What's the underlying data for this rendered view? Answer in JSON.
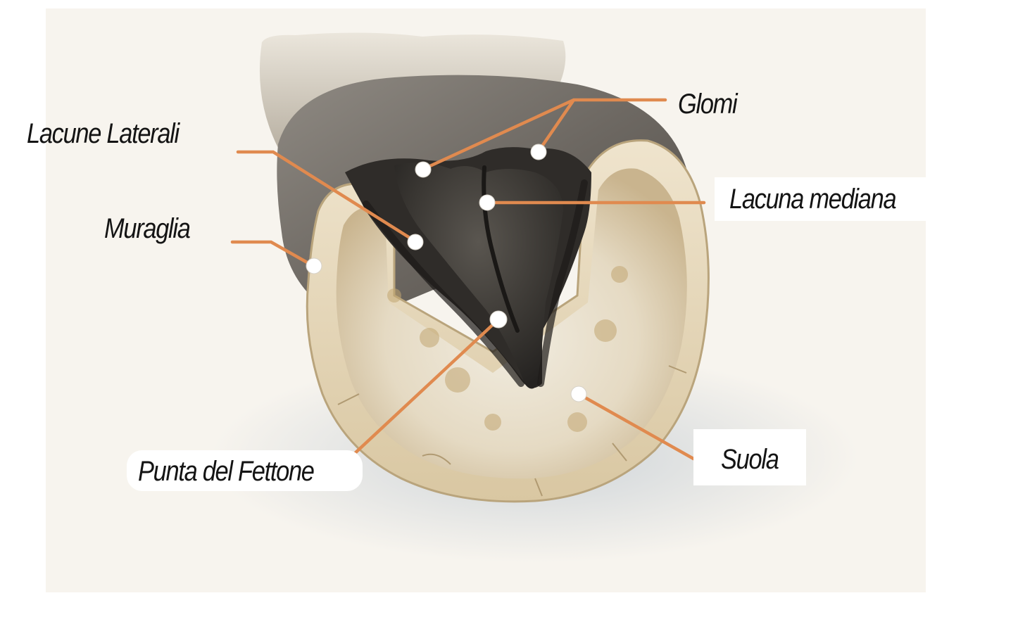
{
  "labels": {
    "glomi": "Glomi",
    "lacune_laterali": "Lacune Laterali",
    "lacuna_mediana": "Lacuna mediana",
    "muraglia": "Muraglia",
    "punta_del_fettone": "Punta del Fettone",
    "suola": "Suola"
  },
  "colors": {
    "leader_line": "#e08a4f",
    "marker": "#ffffff",
    "label_text": "#141414",
    "background": "#f7f4ee",
    "hoof_wall": "#e9dcc1",
    "sole": "#e6dcc6",
    "frog": "#3d3a36",
    "coronet_hair": "#d6d0c3",
    "skin": "#77716a"
  }
}
